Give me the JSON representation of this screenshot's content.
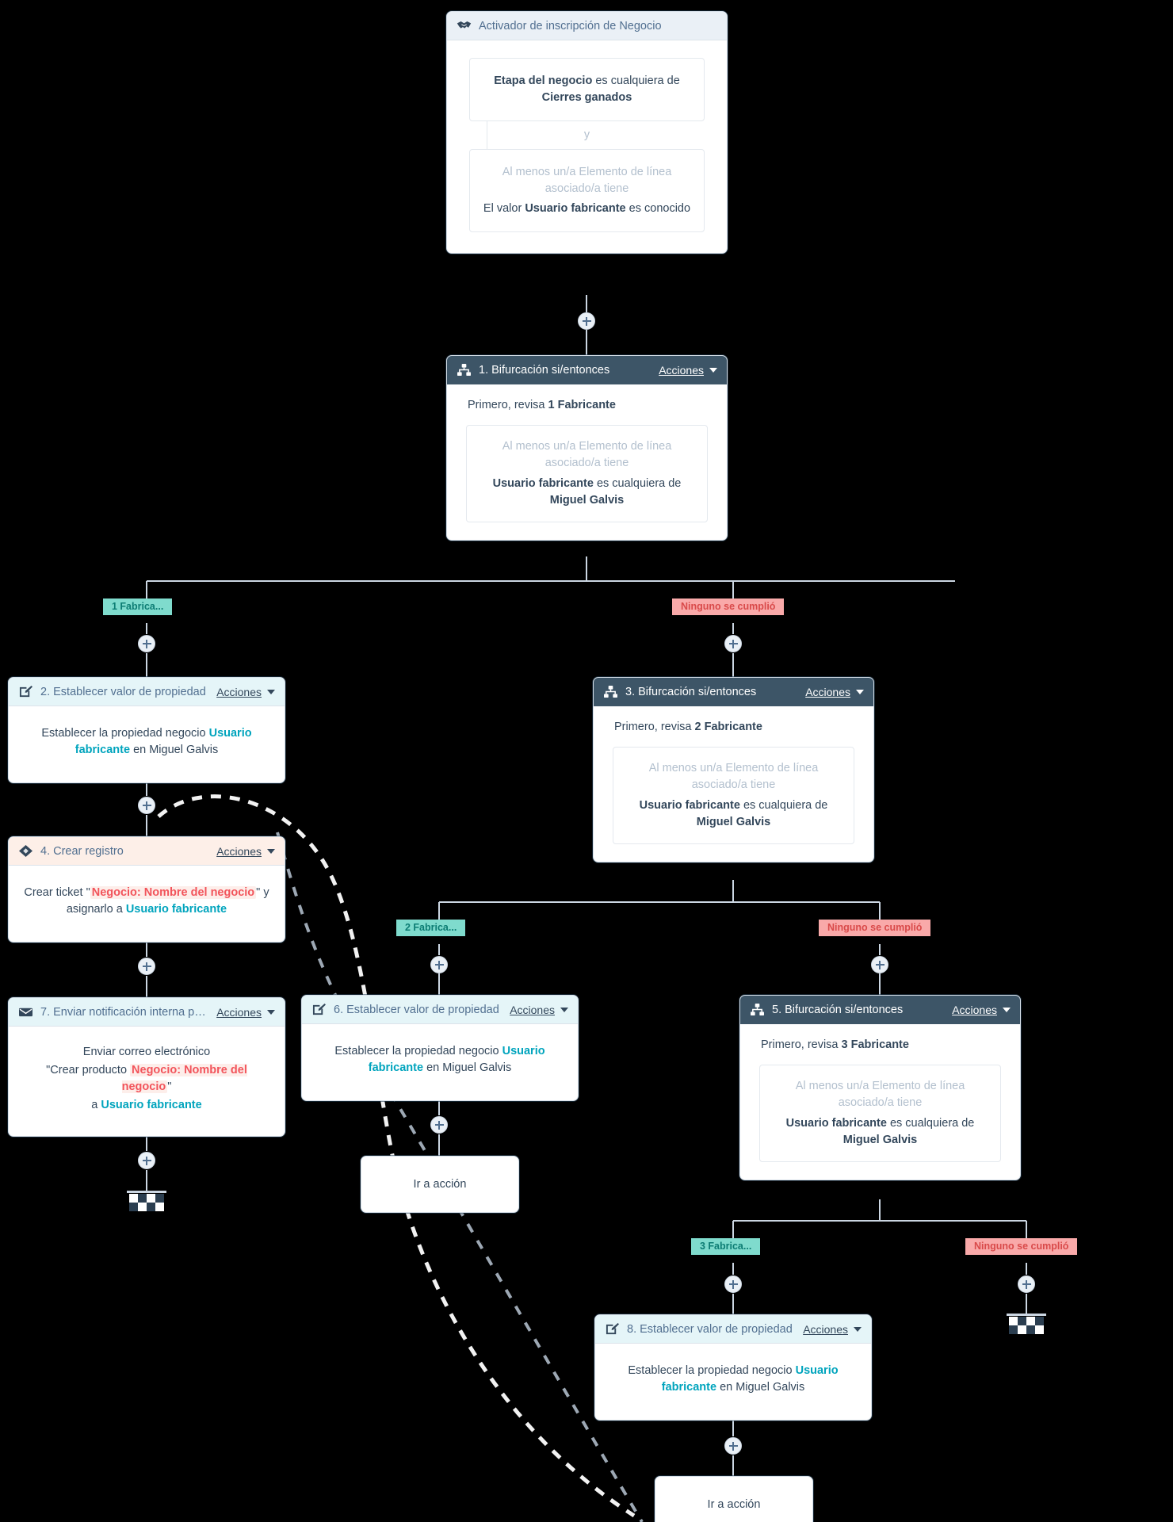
{
  "meta": {
    "accent_teal": "#00a4bd",
    "accent_red": "#f2545b",
    "head_dark": "#3d5567",
    "pill_teal_bg": "#7fdbcd",
    "pill_red_bg": "#f9a9a9"
  },
  "common": {
    "acciones": "Acciones",
    "goto_label": "Ir a acción",
    "primero_prefix": "Primero, revisa",
    "cond_line_muted": "Al menos un/a Elemento de línea asociado/a tiene",
    "and_word": "y"
  },
  "trigger": {
    "title": "Activador de inscripción de Negocio",
    "icon": "handshake-icon",
    "cond1": {
      "bold1": "Etapa del negocio",
      "mid": " es cualquiera de ",
      "bold2": "Cierres ganados"
    },
    "cond2": {
      "muted": "Al menos un/a Elemento de línea asociado/a tiene",
      "pre": "El valor ",
      "bold": "Usuario fabricante",
      "post": " es conocido"
    }
  },
  "steps": [
    {
      "id": "step1",
      "title": "1. Bifurcación si/entonces",
      "icon": "branch-icon",
      "head_style": "dark",
      "primero": "Primero, revisa ",
      "primero_bold": "1 Fabricante",
      "cond": {
        "muted": "Al menos un/a Elemento de línea asociado/a tiene",
        "bold1": "Usuario fabricante",
        "mid": " es cualquiera de ",
        "bold2": "Miguel Galvis"
      }
    },
    {
      "id": "step2",
      "title": "2. Establecer valor de propiedad",
      "icon": "edit-square-icon",
      "head_style": "mint",
      "body_pre": "Establecer la propiedad negocio ",
      "body_teal": "Usuario fabricante",
      "body_post": " en Miguel Galvis"
    },
    {
      "id": "step3",
      "title": "3. Bifurcación si/entonces",
      "icon": "branch-icon",
      "head_style": "dark",
      "primero": "Primero, revisa ",
      "primero_bold": "2 Fabricante",
      "cond": {
        "muted": "Al menos un/a Elemento de línea asociado/a tiene",
        "bold1": "Usuario fabricante",
        "mid": " es cualquiera de ",
        "bold2": "Miguel Galvis"
      }
    },
    {
      "id": "step4",
      "title": "4. Crear registro",
      "icon": "diamond-icon",
      "head_style": "peach",
      "body_pre": "Crear ticket ",
      "body_quote_open": "\"",
      "body_token": "Negocio: Nombre del negocio",
      "body_quote_close": "\"",
      "body_mid": " y asignarlo a ",
      "body_teal": "Usuario fabricante"
    },
    {
      "id": "step5",
      "title": "5. Bifurcación si/entonces",
      "icon": "branch-icon",
      "head_style": "dark",
      "primero": "Primero, revisa ",
      "primero_bold": "3 Fabricante",
      "cond": {
        "muted": "Al menos un/a Elemento de línea asociado/a tiene",
        "bold1": "Usuario fabricante",
        "mid": " es cualquiera de ",
        "bold2": "Miguel Galvis"
      }
    },
    {
      "id": "step6",
      "title": "6. Establecer valor de propiedad",
      "icon": "edit-square-icon",
      "head_style": "mint",
      "body_pre": "Establecer la propiedad negocio ",
      "body_teal": "Usuario fabricante",
      "body_post": " en Miguel Galvis"
    },
    {
      "id": "step7",
      "title": "7. Enviar notificación interna po...",
      "icon": "envelope-icon",
      "head_style": "mint",
      "body_line1": "Enviar correo electrónico",
      "body_quote_pre": "\"Crear producto ",
      "body_token": "Negocio: Nombre del negocio",
      "body_quote_post": "\"",
      "body_line3_pre": "a ",
      "body_teal": "Usuario fabricante"
    },
    {
      "id": "step8",
      "title": "8. Establecer valor de propiedad",
      "icon": "edit-square-icon",
      "head_style": "mint",
      "body_pre": "Establecer la propiedad negocio ",
      "body_teal": "Usuario fabricante",
      "body_post": " en Miguel Galvis"
    }
  ],
  "branch_pills": [
    {
      "id": "pill-1-yes",
      "label": "1 Fabrica...",
      "tone": "teal"
    },
    {
      "id": "pill-1-none",
      "label": "Ninguno se cumplió",
      "tone": "red"
    },
    {
      "id": "pill-2-yes",
      "label": "2 Fabrica...",
      "tone": "teal"
    },
    {
      "id": "pill-2-none",
      "label": "Ninguno se cumplió",
      "tone": "red"
    },
    {
      "id": "pill-3-yes",
      "label": "3 Fabrica...",
      "tone": "teal"
    },
    {
      "id": "pill-3-none",
      "label": "Ninguno se cumplió",
      "tone": "red"
    }
  ],
  "goto_boxes": [
    {
      "id": "goto-a",
      "label": "Ir a acción"
    },
    {
      "id": "goto-b",
      "label": "Ir a acción"
    }
  ]
}
